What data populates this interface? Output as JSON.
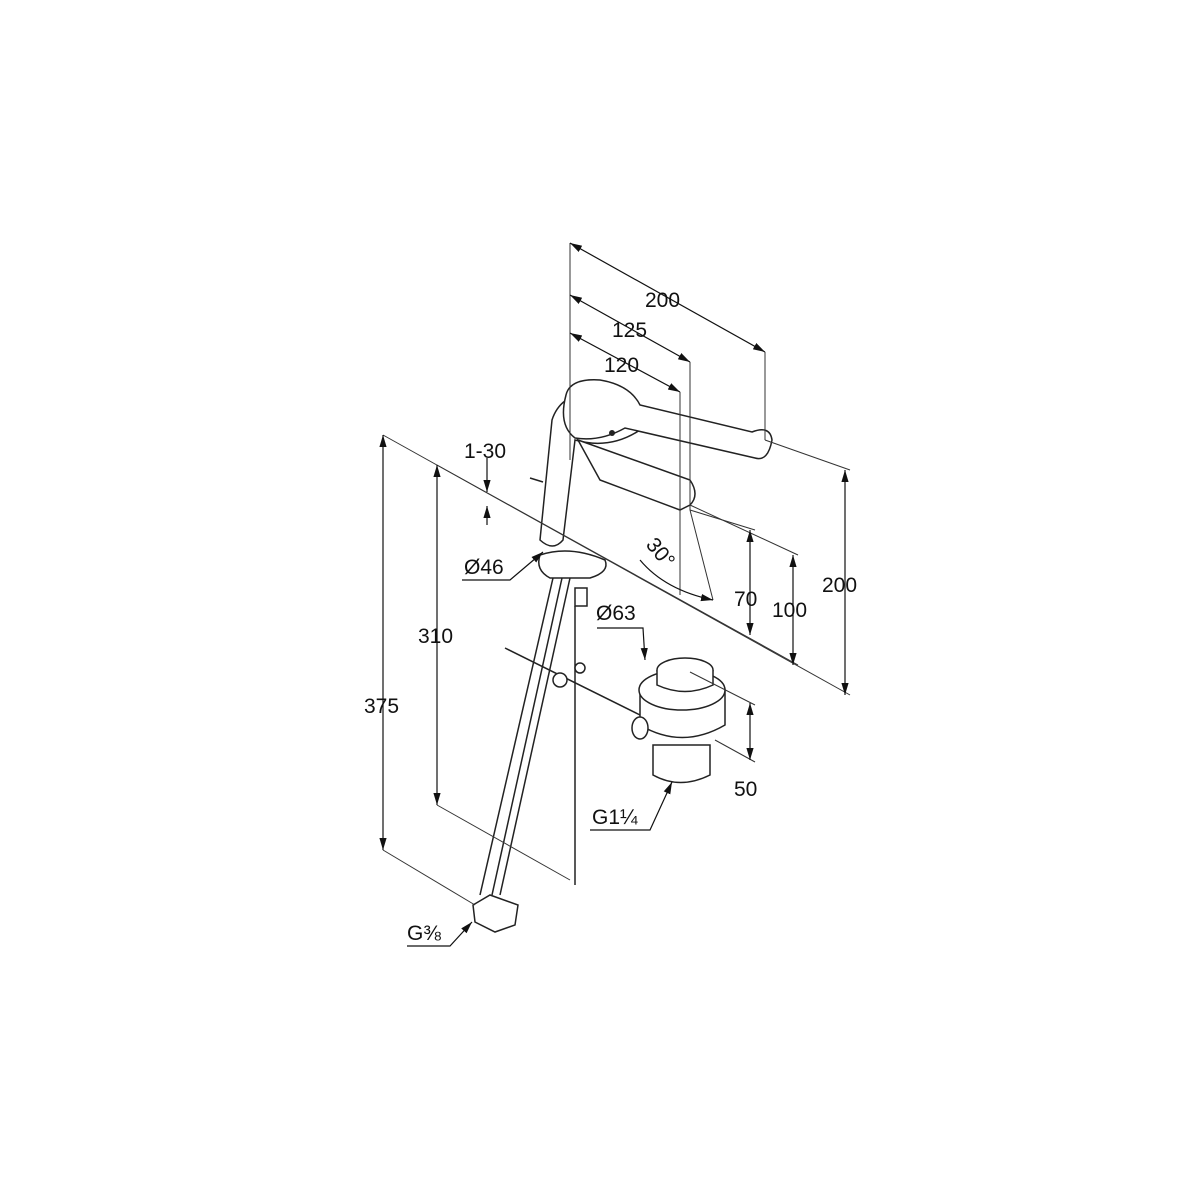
{
  "drawing": {
    "title": "Basin mixer dimension drawing",
    "dimensions": {
      "overall_depth": "200",
      "lever_reach": "125",
      "spout_reach": "120",
      "overall_height": "200",
      "height_100": "100",
      "spout_height": "70",
      "swivel_angle": "30°",
      "pop_up_rod": "1-30",
      "base_diameter": "Ø46",
      "waste_diameter": "Ø63",
      "waste_height": "50",
      "waste_thread": "G1¼",
      "hose_length_310": "310",
      "hose_length_375": "375",
      "connection_thread": "G⅜"
    }
  }
}
